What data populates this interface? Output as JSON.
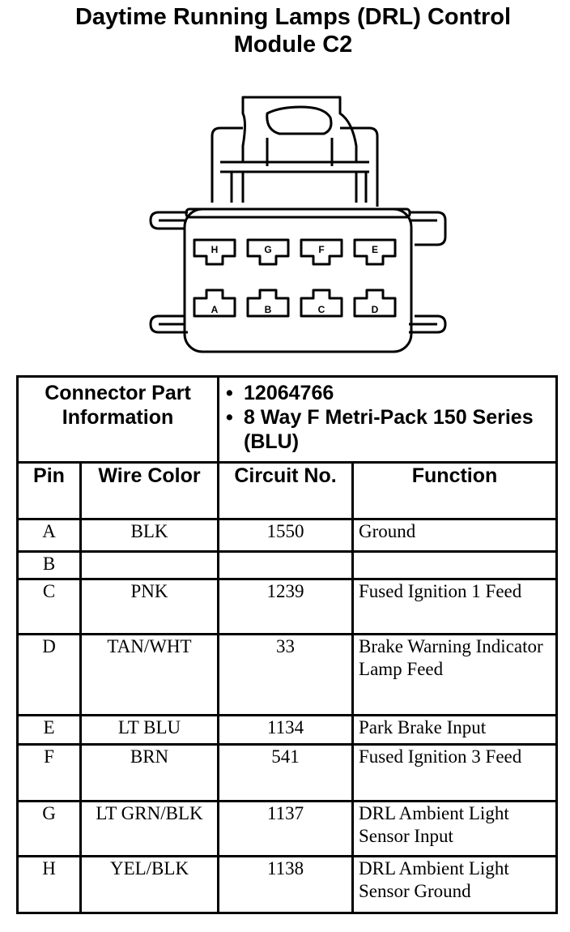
{
  "title": {
    "line1": "Daytime Running Lamps (DRL) Control",
    "line2": "Module C2"
  },
  "connector": {
    "top_row_pins": [
      "H",
      "G",
      "F",
      "E"
    ],
    "bottom_row_pins": [
      "A",
      "B",
      "C",
      "D"
    ]
  },
  "table": {
    "part_info_label": "Connector Part Information",
    "part_info_items": [
      "12064766",
      "8 Way F Metri-Pack 150 Series (BLU)"
    ],
    "headers": {
      "pin": "Pin",
      "wire_color": "Wire Color",
      "circuit_no": "Circuit No.",
      "function": "Function"
    },
    "rows": [
      {
        "pin": "A",
        "wire_color": "BLK",
        "circuit": "1550",
        "function": "Ground"
      },
      {
        "pin": "B",
        "wire_color": "",
        "circuit": "",
        "function": ""
      },
      {
        "pin": "C",
        "wire_color": "PNK",
        "circuit": "1239",
        "function": "Fused Ignition 1 Feed"
      },
      {
        "pin": "D",
        "wire_color": "TAN/WHT",
        "circuit": "33",
        "function": "Brake Warning Indicator Lamp Feed"
      },
      {
        "pin": "E",
        "wire_color": "LT BLU",
        "circuit": "1134",
        "function": "Park Brake Input"
      },
      {
        "pin": "F",
        "wire_color": "BRN",
        "circuit": "541",
        "function": "Fused Ignition 3 Feed"
      },
      {
        "pin": "G",
        "wire_color": "LT GRN/BLK",
        "circuit": "1137",
        "function": "DRL Ambient Light Sensor Input"
      },
      {
        "pin": "H",
        "wire_color": "YEL/BLK",
        "circuit": "1138",
        "function": "DRL Ambient Light Sensor Ground"
      }
    ]
  }
}
